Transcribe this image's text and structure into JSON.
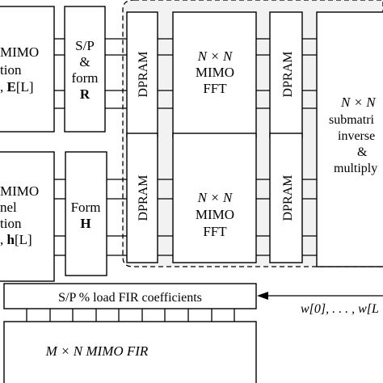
{
  "diagram": {
    "estimation_block": {
      "line1": "MIMO",
      "line2": "tion",
      "line3_prefix": ", ",
      "line3_bold": "E",
      "line3_suffix": "[L]"
    },
    "channel_block": {
      "line1": "MIMO",
      "line2": "nel",
      "line3": "tion",
      "line4_prefix": ", ",
      "line4_bold": "h",
      "line4_suffix": "[L]"
    },
    "sp_form_r": {
      "line1": "S/P",
      "line2": "&",
      "line3": "form",
      "line4": "R"
    },
    "form_h": {
      "line1": "Form",
      "line2": "H"
    },
    "dpram_label": "DPRAM",
    "fft_block": {
      "line1": "N × N",
      "line2": "MIMO",
      "line3": "FFT"
    },
    "submatrix_block": {
      "line1": "N × N",
      "line2": "submatri",
      "line3": "inverse",
      "line4": "&",
      "line5": "multiply"
    },
    "sp_load": "S/P % load FIR coefficients",
    "w_label": "w[0], . . . , w[L",
    "mimo_fir": "M × N MIMO FIR"
  },
  "colors": {
    "region_fill": "#f2f2f2",
    "stroke": "#000000"
  }
}
